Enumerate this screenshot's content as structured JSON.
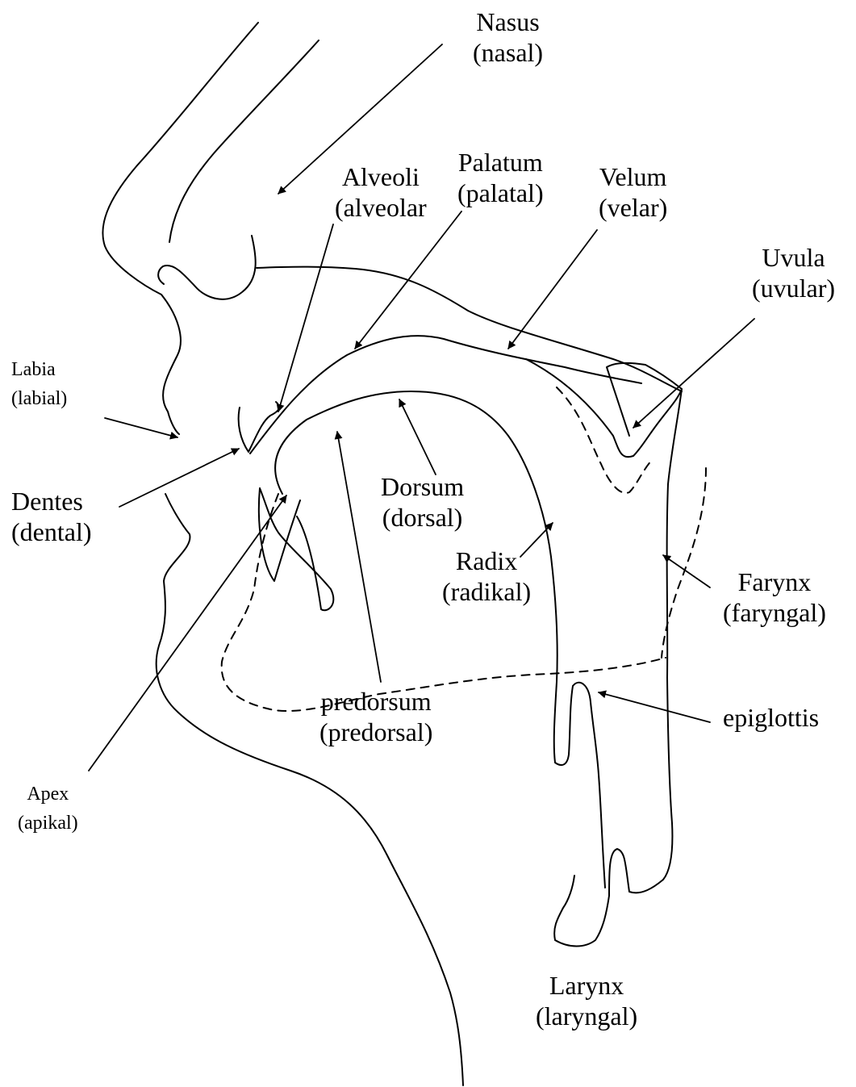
{
  "labels": {
    "nasus": {
      "name": "Nasus",
      "term": "(nasal)"
    },
    "alveoli": {
      "name": "Alveoli",
      "term": "(alveolar"
    },
    "palatum": {
      "name": "Palatum",
      "term": "(palatal)"
    },
    "velum": {
      "name": "Velum",
      "term": "(velar)"
    },
    "uvula": {
      "name": "Uvula",
      "term": "(uvular)"
    },
    "labia": {
      "name": "Labia",
      "term": "(labial)"
    },
    "dentes": {
      "name": "Dentes",
      "term": "(dental)"
    },
    "dorsum": {
      "name": "Dorsum",
      "term": "(dorsal)"
    },
    "radix": {
      "name": "Radix",
      "term": "(radikal)"
    },
    "farynx": {
      "name": "Farynx",
      "term": "(faryngal)"
    },
    "predorsum": {
      "name": "predorsum",
      "term": "(predorsal)"
    },
    "epiglottis": {
      "name": "epiglottis"
    },
    "apex": {
      "name": "Apex",
      "term": "(apikal)"
    },
    "larynx": {
      "name": "Larynx",
      "term": "(laryngal)"
    }
  }
}
